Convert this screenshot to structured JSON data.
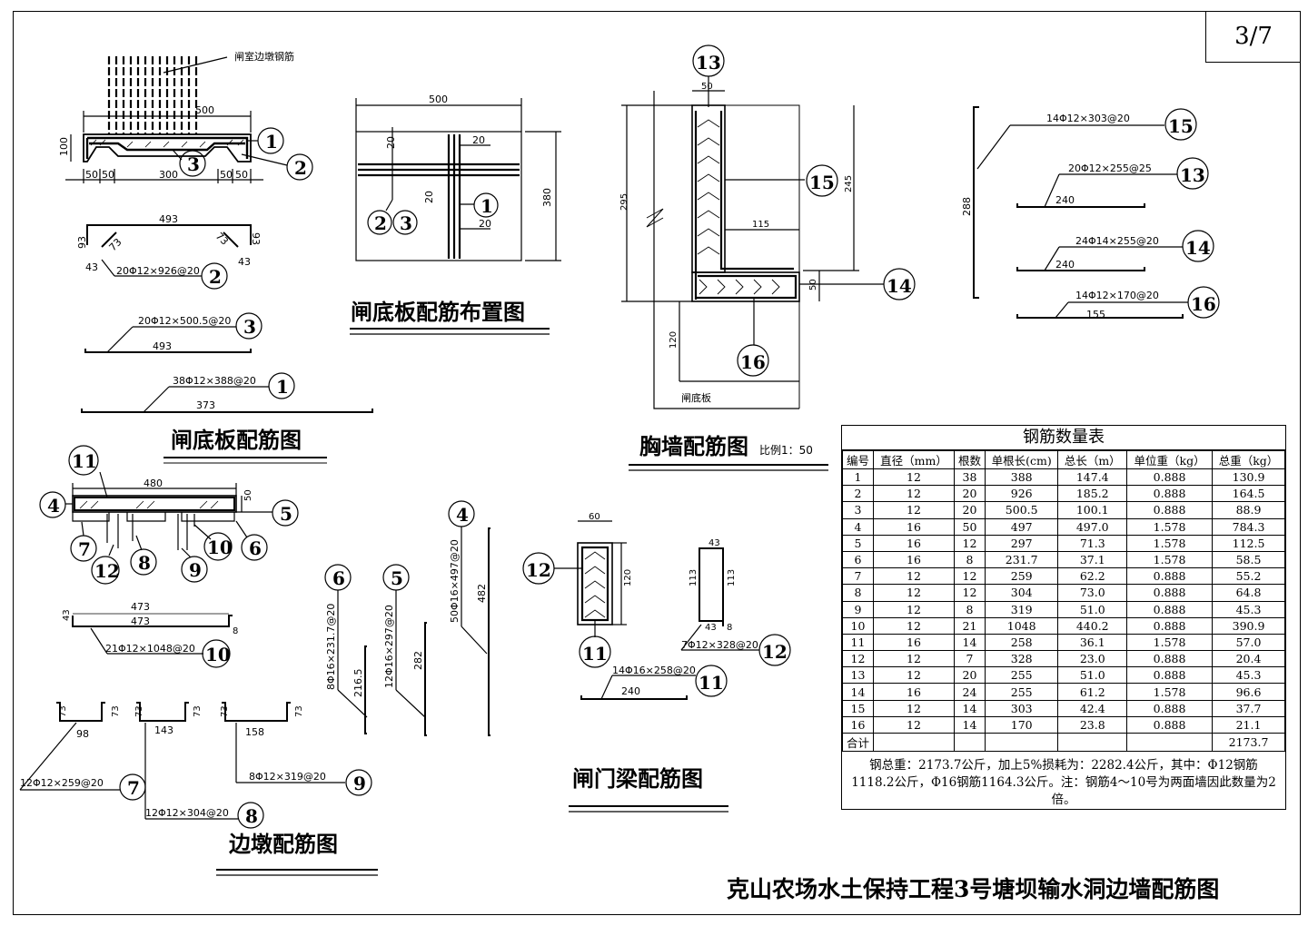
{
  "page_number": "3/7",
  "main_title": "克山农场水土保持工程3号塘坝输水洞边墙配筋图",
  "drawing_titles": {
    "slab": "闸底板配筋图",
    "slab_layout": "闸底板配筋布置图",
    "breast_wall": "胸墙配筋图",
    "breast_wall_scale": "比例1：50",
    "pier": "边墩配筋图",
    "gate_beam": "闸门梁配筋图"
  },
  "slab": {
    "pier_rebar_label": "闸室边墩钢筋",
    "dim_width": "500",
    "dim_height": "100",
    "dims_bottom": [
      "50",
      "50",
      "300",
      "50",
      "50"
    ],
    "bar2_len": "493",
    "bar2_side": "93",
    "bar2_diag": "73",
    "bar2_end": "43",
    "bar2_spec": "20Φ12×926@20",
    "bar3_spec": "20Φ12×500.5@20",
    "bar3_len": "493",
    "bar1_spec": "38Φ12×388@20",
    "bar1_len": "373"
  },
  "slab_layout": {
    "width": "500",
    "height": "380",
    "spacing_labels": [
      "20",
      "20",
      "20",
      "20"
    ]
  },
  "breast": {
    "top_width": "50",
    "height_left": "295",
    "height_right": "245",
    "inner_width": "115",
    "bottom_thk": "50",
    "lower_height": "120",
    "base_label": "闸底板",
    "bar15_spec": "14Φ12×303@20",
    "bar15_len": "288",
    "bar13_spec": "20Φ12×255@25",
    "bar13_len": "240",
    "bar14_spec": "24Φ14×255@20",
    "bar14_len": "240",
    "bar16_spec": "14Φ12×170@20",
    "bar16_len": "155"
  },
  "pier": {
    "width": "480",
    "height": "50",
    "bar10_top": "473",
    "bar10_len": "473",
    "bar10_left": "43",
    "bar10_right": "8",
    "bar10_spec": "21Φ12×1048@20",
    "bar6_spec": "8Φ16×231.7@20",
    "bar6_len": "216.5",
    "bar5_spec": "12Φ16×297@20",
    "bar5_len": "282",
    "bar4_spec": "50Φ16×497@20",
    "bar4_len": "482",
    "bar7_w": "98",
    "bar7_h": "73",
    "bar7_spec": "12Φ12×259@20",
    "bar8_w": "143",
    "bar8_h": "73",
    "bar8_spec": "12Φ12×304@20",
    "bar9_w": "158",
    "bar9_h": "73",
    "bar9_spec": "8Φ12×319@20"
  },
  "gate_beam": {
    "width": "60",
    "height": "120",
    "bar12_top": "43",
    "bar12_side": "113",
    "bar12_bottom": "43",
    "bar12_hook": "8",
    "bar12_spec": "7Φ12×328@20",
    "bar11_spec": "14Φ16×258@20",
    "bar11_len": "240"
  },
  "table": {
    "caption": "钢筋数量表",
    "headers": [
      "编号",
      "直径（mm）",
      "根数",
      "单根长(cm)",
      "总长（m）",
      "单位重（kg）",
      "总重（kg）"
    ],
    "rows": [
      [
        "1",
        "12",
        "38",
        "388",
        "147.4",
        "0.888",
        "130.9"
      ],
      [
        "2",
        "12",
        "20",
        "926",
        "185.2",
        "0.888",
        "164.5"
      ],
      [
        "3",
        "12",
        "20",
        "500.5",
        "100.1",
        "0.888",
        "88.9"
      ],
      [
        "4",
        "16",
        "50",
        "497",
        "497.0",
        "1.578",
        "784.3"
      ],
      [
        "5",
        "16",
        "12",
        "297",
        "71.3",
        "1.578",
        "112.5"
      ],
      [
        "6",
        "16",
        "8",
        "231.7",
        "37.1",
        "1.578",
        "58.5"
      ],
      [
        "7",
        "12",
        "12",
        "259",
        "62.2",
        "0.888",
        "55.2"
      ],
      [
        "8",
        "12",
        "12",
        "304",
        "73.0",
        "0.888",
        "64.8"
      ],
      [
        "9",
        "12",
        "8",
        "319",
        "51.0",
        "0.888",
        "45.3"
      ],
      [
        "10",
        "12",
        "21",
        "1048",
        "440.2",
        "0.888",
        "390.9"
      ],
      [
        "11",
        "16",
        "14",
        "258",
        "36.1",
        "1.578",
        "57.0"
      ],
      [
        "12",
        "12",
        "7",
        "328",
        "23.0",
        "0.888",
        "20.4"
      ],
      [
        "13",
        "12",
        "20",
        "255",
        "51.0",
        "0.888",
        "45.3"
      ],
      [
        "14",
        "16",
        "24",
        "255",
        "61.2",
        "1.578",
        "96.6"
      ],
      [
        "15",
        "12",
        "14",
        "303",
        "42.4",
        "0.888",
        "37.7"
      ],
      [
        "16",
        "12",
        "14",
        "170",
        "23.8",
        "0.888",
        "21.1"
      ]
    ],
    "total_label": "合计",
    "total_value": "2173.7",
    "note": "钢总重：2173.7公斤，加上5%损耗为：2282.4公斤，其中：Φ12钢筋1118.2公斤，Φ16钢筋1164.3公斤。注：钢筋4～10号为两面墙因此数量为2倍。"
  }
}
